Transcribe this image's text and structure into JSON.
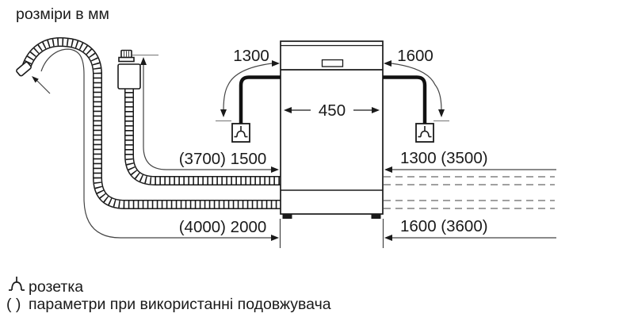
{
  "title": "розміри в мм",
  "dimensions": {
    "cable_left": "1300",
    "cable_right": "1600",
    "appliance_width": "450",
    "inlet_hose_left": "(3700) 1500",
    "inlet_hose_right": "1300 (3500)",
    "drain_hose_left": "(4000) 2000",
    "drain_hose_right": "1600 (3600)"
  },
  "legend": {
    "socket": "розетка",
    "parentheses": "( )",
    "extension_note": "параметри при використанні подовжувача"
  },
  "colors": {
    "line": "#1a1a1a",
    "dim_line": "#444444",
    "aux_gray": "#888888",
    "dashed": "#808080",
    "background": "#ffffff"
  }
}
